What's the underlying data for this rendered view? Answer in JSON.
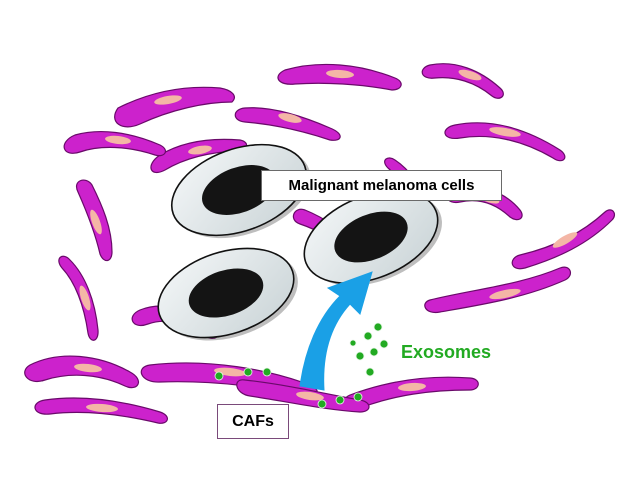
{
  "labels": {
    "melanoma": "Malignant melanoma cells",
    "exosomes": "Exosomes",
    "cafs": "CAFs"
  },
  "colors": {
    "caf_fill": "#cc22cc",
    "caf_outline": "#6a0a6a",
    "caf_nucleus": "#f4b6a6",
    "cell_fill": "#e8eef0",
    "cell_nucleus": "#141414",
    "exosome": "#22aa22",
    "arrow": "#1aa0e6",
    "exosome_label": "#22aa22"
  }
}
